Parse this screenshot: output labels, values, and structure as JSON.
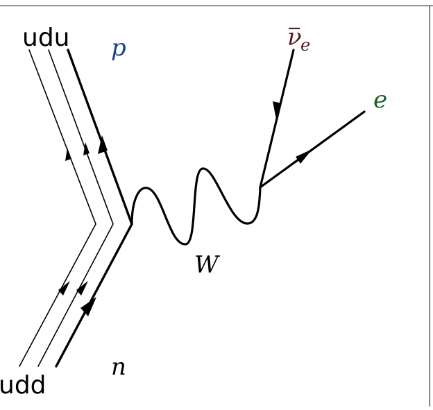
{
  "diagram": {
    "top_quarks": "udu",
    "bottom_quarks": "udd",
    "proton_label": "p",
    "neutron_label": "n",
    "boson_label": "W",
    "electron_label": "e",
    "antineutrino_symbol": "ν",
    "antineutrino_subscript": "e"
  },
  "colors": {
    "line": "#000000",
    "proton": "#1c3f8c",
    "neutron": "#000000",
    "boson": "#000000",
    "electron": "#1f5e2b",
    "antineutrino": "#5a1a1a"
  }
}
